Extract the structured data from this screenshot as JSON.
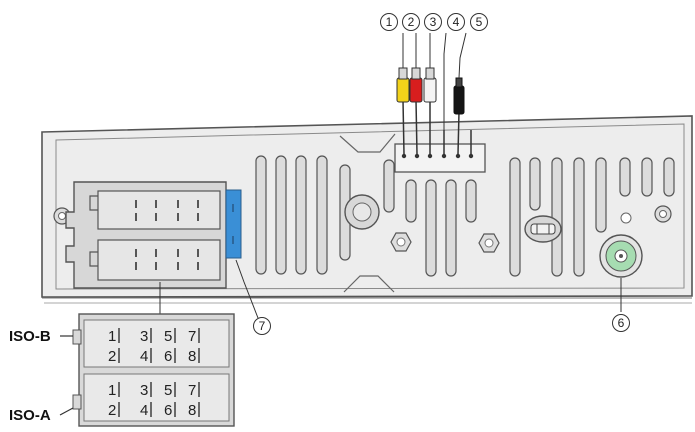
{
  "callouts": [
    "1",
    "2",
    "3",
    "4",
    "5",
    "6",
    "7"
  ],
  "iso_b": {
    "label": "ISO-B",
    "row1": [
      "1",
      "3",
      "5",
      "7"
    ],
    "row2": [
      "2",
      "4",
      "6",
      "8"
    ]
  },
  "iso_a": {
    "label": "ISO-A",
    "row1": [
      "1",
      "3",
      "5",
      "7"
    ],
    "row2": [
      "2",
      "4",
      "6",
      "8"
    ]
  },
  "colors": {
    "rca_yellow": "#f2d21a",
    "rca_red": "#d81e1e",
    "rca_white": "#f4f4f4",
    "rca_black": "#151515",
    "iso_clip_blue": "#3a8fd6",
    "antenna_green": "#a6dcb1",
    "panel_fill": "#e9e9e9",
    "connector_fill": "#d6d6d6",
    "outline": "#555555"
  }
}
